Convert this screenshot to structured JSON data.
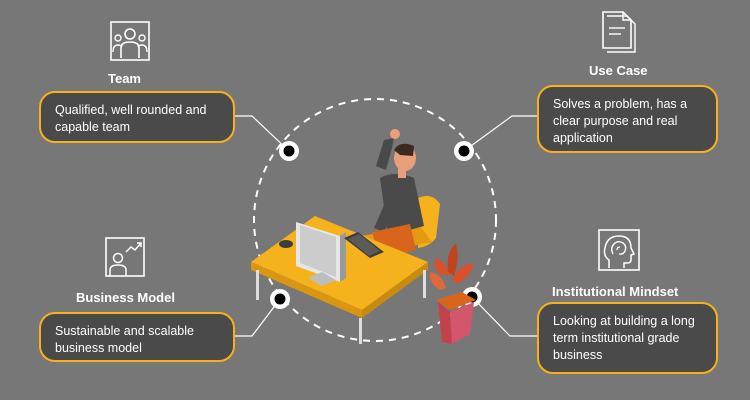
{
  "colors": {
    "background": "#777777",
    "accent": "#f5b21c",
    "box_fill": "#4a4a4a",
    "text": "#ffffff"
  },
  "nodes": [
    {
      "id": "team",
      "icon": "team-icon",
      "title": "Team",
      "text": "Qualified, well rounded and capable team"
    },
    {
      "id": "use-case",
      "icon": "document-icon",
      "title": "Use Case",
      "text": "Solves a problem, has a clear purpose and real application"
    },
    {
      "id": "business-model",
      "icon": "business-model-icon",
      "title": "Business Model",
      "text": "Sustainable and scalable business model"
    },
    {
      "id": "institutional-mindset",
      "icon": "head-mind-icon",
      "title": "Institutional Mindset",
      "text": "Looking at building a long term institutional grade business"
    }
  ]
}
